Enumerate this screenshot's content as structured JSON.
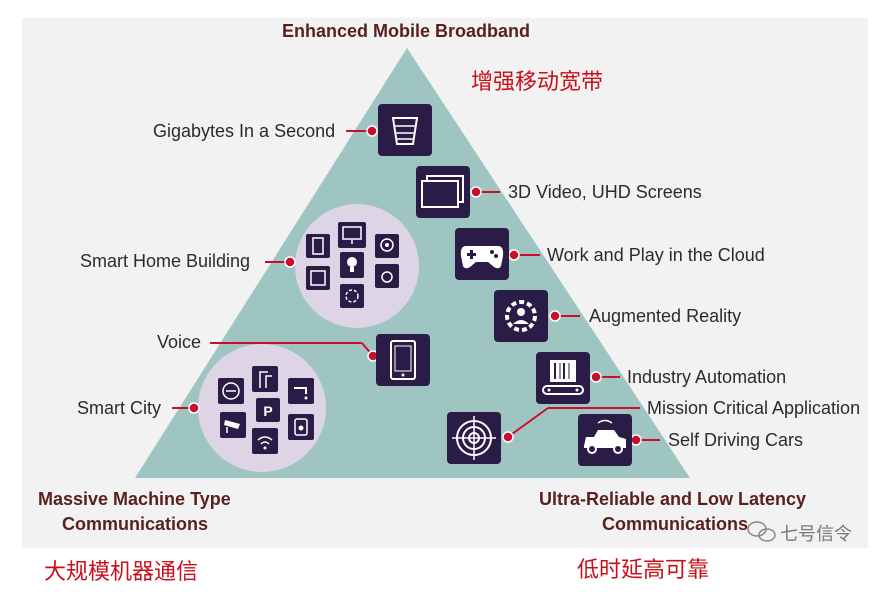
{
  "titles": {
    "top": "Enhanced Mobile Broadband",
    "left_line1": "Massive Machine Type",
    "left_line2": "Communications",
    "right_line1": "Ultra-Reliable and Low Latency",
    "right_line2": "Communications"
  },
  "chinese": {
    "top": "增强移动宽带",
    "left": "大规模机器通信",
    "right": "低时延高可靠"
  },
  "left_labels": {
    "gigabytes": "Gigabytes In a Second",
    "smart_home": "Smart Home Building",
    "voice": "Voice",
    "smart_city": "Smart City"
  },
  "right_labels": {
    "video": "3D Video, UHD Screens",
    "cloud": "Work and Play in the Cloud",
    "ar": "Augmented Reality",
    "industry": "Industry Automation",
    "mission": "Mission Critical Application",
    "cars": "Self Driving Cars"
  },
  "watermark": "七号信令",
  "colors": {
    "triangle": "#9fc5c3",
    "icon_box": "#2a1c46",
    "cluster": "#ddd5e6",
    "connector": "#c8102e",
    "title_dark_red": "#5a1f1f",
    "chinese_red": "#c8101a"
  }
}
